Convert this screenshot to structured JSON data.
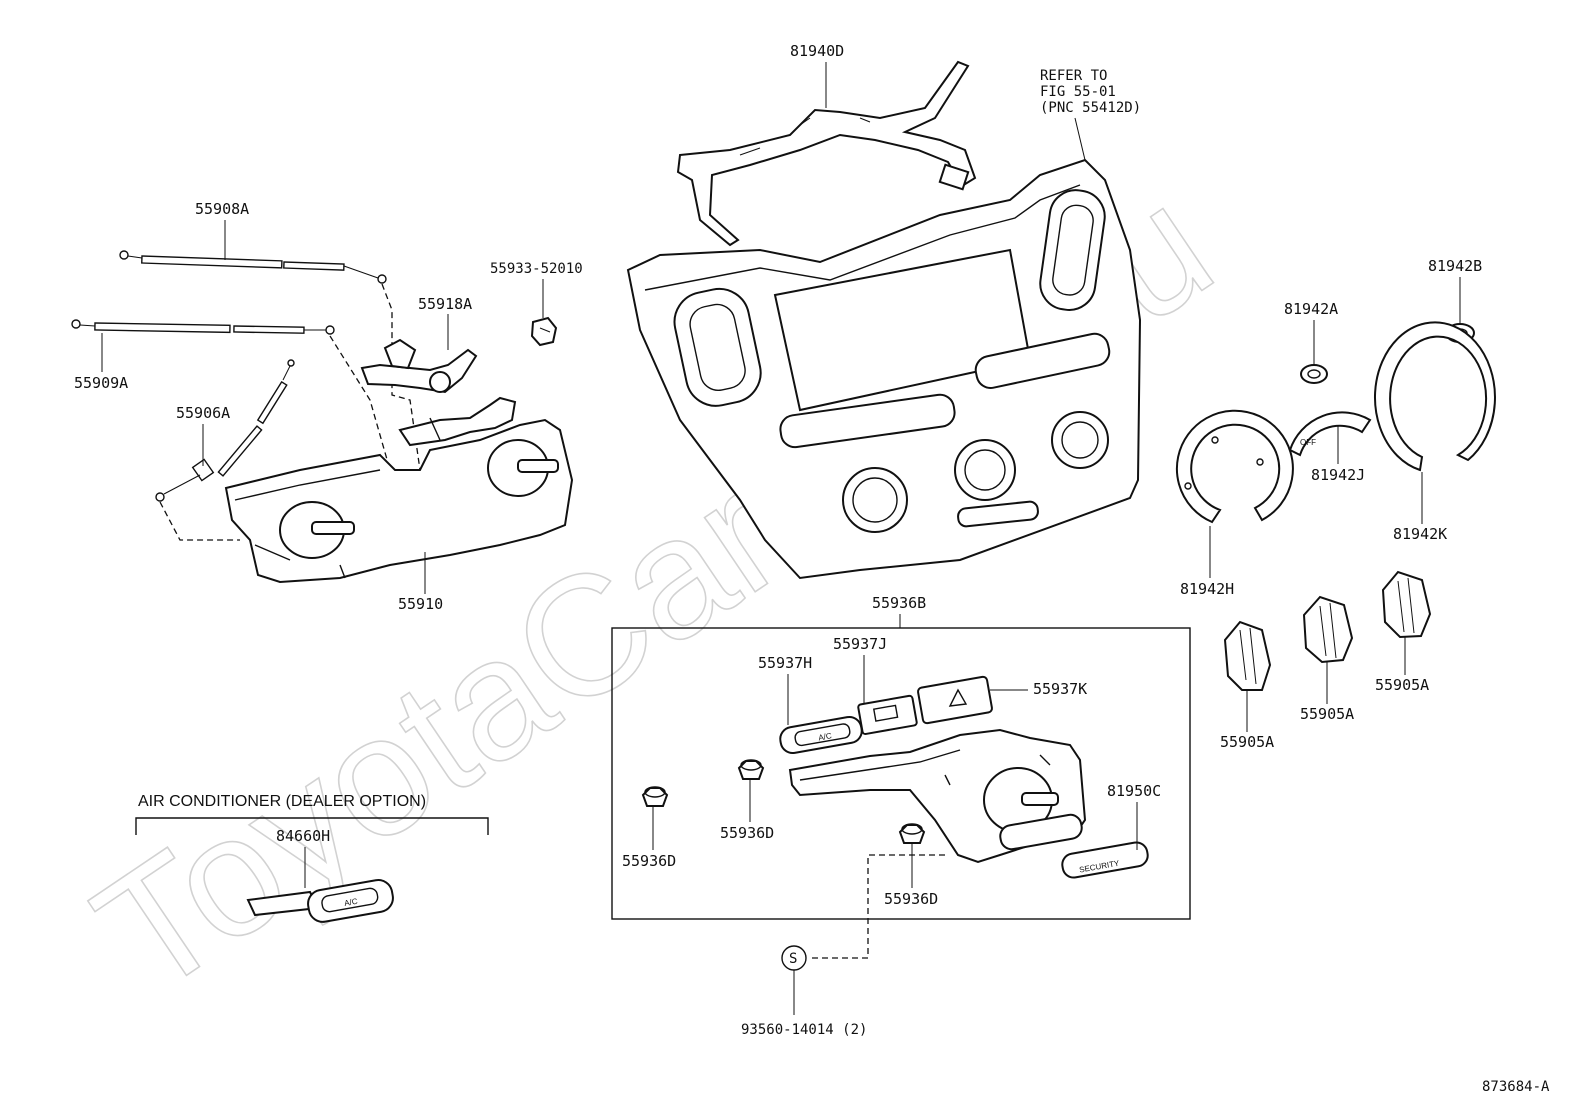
{
  "watermark": "ToyotaCarWiki.ru",
  "figure_ref": "873684-A",
  "refer_note": [
    "REFER TO",
    "FIG 55-01",
    "(PNC 55412D)"
  ],
  "group_caption": "AIR CONDITIONER (DEALER OPTION)",
  "parts": {
    "p81940D": "81940D",
    "p55908A": "55908A",
    "p55909A": "55909A",
    "p55906A": "55906A",
    "p55918A": "55918A",
    "p55933": "55933-52010",
    "p55910": "55910",
    "p81942B": "81942B",
    "p81942A": "81942A",
    "p81942J": "81942J",
    "p81942K": "81942K",
    "p81942H": "81942H",
    "p55936B": "55936B",
    "p55937J": "55937J",
    "p55937H": "55937H",
    "p55937K": "55937K",
    "p81950C": "81950C",
    "p55936D_a": "55936D",
    "p55936D_b": "55936D",
    "p55936D_c": "55936D",
    "p55905A_a": "55905A",
    "p55905A_b": "55905A",
    "p55905A_c": "55905A",
    "p84660H": "84660H",
    "p93560": "93560-14014 (2)"
  },
  "part_markings": {
    "ac_button": "A/C",
    "ac_switch": "A/C",
    "security_plate": "SECURITY",
    "screw_symbol": "S",
    "dial_off": "OFF"
  }
}
